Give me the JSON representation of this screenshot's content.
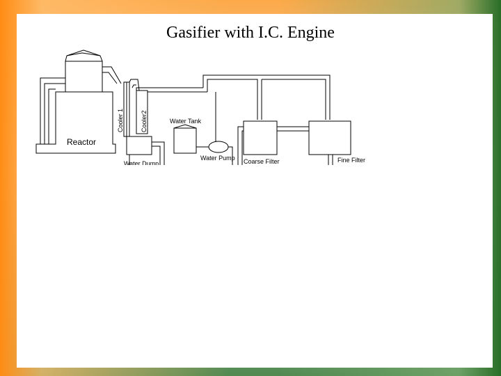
{
  "slide": {
    "title": "Gasifier  with I.C. Engine"
  },
  "diagram": {
    "labels": {
      "reactor": "Reactor",
      "cooler1": "Cooler 1",
      "cooler2": "Cooler2",
      "water_tank": "Water Tank",
      "water_dump": "Water Dump",
      "water_pump": "Water Pump",
      "coarse_filter": "Coarse Filter",
      "fine_filter": "Fine Filter"
    }
  }
}
